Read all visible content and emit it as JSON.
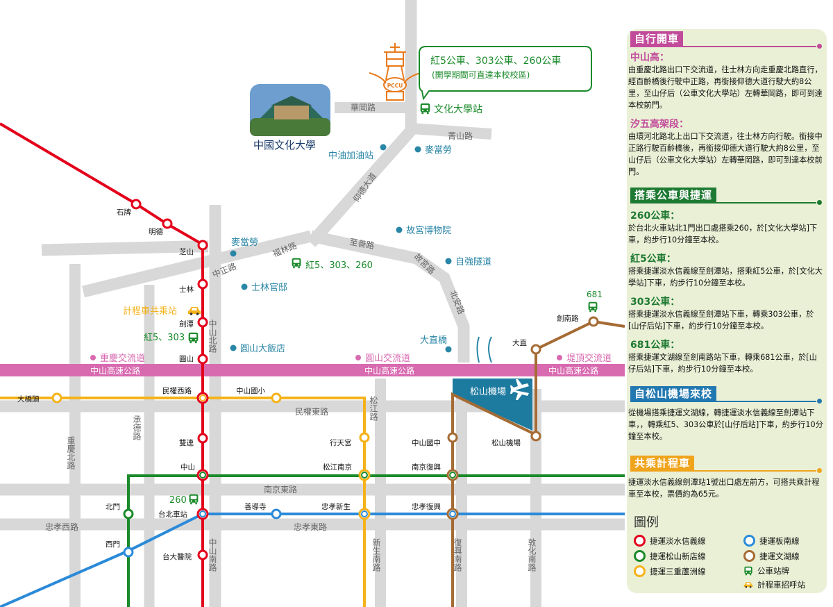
{
  "school": {
    "name": "中國文化大學",
    "logo_text": "PCCU"
  },
  "bus_callout": {
    "title": "紅5公車、303公車、260公車",
    "note": "(開學期間可直達本校校區)"
  },
  "roads": {
    "huagang": "華岡路",
    "jingshan": "菁山路",
    "yangde": "仰德大道",
    "fulin": "福林路",
    "zhongzheng": "中正路",
    "zhishan": "至善路",
    "gugong": "故宮路",
    "beian": "北安路",
    "zhongshan_n": "中山北路",
    "zhongshan_fwy": "中山高速公路",
    "minquan_e": "民權東路",
    "songjiang": "松江路",
    "chengde": "承德路",
    "chongqing_n": "重慶北路",
    "nanjing_e": "南京東路",
    "zhongxiao_w": "忠孝西路",
    "zhongxiao_e": "忠孝東路",
    "zhongshan_s": "中山南路",
    "xinsheng_s": "新生南路",
    "fuxing_s": "復興南路",
    "dunhua_s": "敦化南路"
  },
  "pois": {
    "cpc_gas": "中油加油站",
    "mcd1": "麥當勞",
    "mcd2": "麥當勞",
    "palace_museum": "故宮博物院",
    "ziqiang_tunnel": "自強隧道",
    "shilin_residence": "士林官邸",
    "grand_hotel": "圓山大飯店",
    "dazhi_bridge": "大直橋",
    "chongqing_ic": "重慶交流道",
    "yuanshan_ic": "圓山交流道",
    "diding_ic": "堤頂交流道",
    "songshan_airport": "松山機場",
    "taxi_stand": "計程車共乘站"
  },
  "bus_stops": {
    "pccu_stop": "文化大學站",
    "fulin_stop": "紅5、303、260",
    "jiantan_stop": "紅5、303",
    "main_station_stop": "260",
    "route681": "681"
  },
  "stations": {
    "shipai": "石牌",
    "mingde": "明德",
    "zhishan": "芝山",
    "shilin": "士林",
    "jiantan": "劍潭",
    "yuanshan": "圓山",
    "minquan_w": "民權西路",
    "shuanglian": "雙連",
    "zhongshan": "中山",
    "taipei_main": "台北車站",
    "ntuh": "台大醫院",
    "daqiaotou": "大橋頭",
    "zhongshan_es": "中山國小",
    "xingtian": "行天宮",
    "songjiang_nanjing": "松江南京",
    "zhongshan_jh": "中山國中",
    "nanjing_fuxing": "南京復興",
    "songshan_airport_st": "松山機場",
    "dazhi": "大直",
    "jiannan": "劍南路",
    "beimen": "北門",
    "ximen": "西門",
    "shandao": "善導寺",
    "zhongxiao_xinsheng": "忠孝新生",
    "zhongxiao_fuxing": "忠孝復興"
  },
  "panel": {
    "s1_title": "自行開車",
    "s1_sub1": "中山高：",
    "s1_p1": "由重慶北路出口下交流道，往士林方向走重慶北路直行，經百齡橋後行駛中正路，再銜接仰德大道行駛大約8公里，至山仔后（公車文化大學站）左轉華岡路，即可到達本校前門。",
    "s1_sub2": "汐五高架段：",
    "s1_p2": "由環河北路北上出口下交流道，往士林方向行駛。銜接中正路行駛百齡橋後，再銜接仰德大道行駛大約8公里，至山仔后（公車文化大學站）左轉華岡路，即可到達本校前門。",
    "s2_title": "搭乘公車與捷運",
    "s2_sub1": "260公車：",
    "s2_p1": "於台北火車站北1門出口處搭乘260，於[文化大學站]下車，約步行10分鐘至本校。",
    "s2_sub2": "紅5公車：",
    "s2_p2": "搭乘捷運淡水信義線至劍潭站，搭乘紅5公車，於[文化大學站]下車，約步行10分鐘至本校。",
    "s2_sub3": "303公車：",
    "s2_p3": "搭乘捷運淡水信義線至劍潭站下車，轉乘303公車，於[山仔后站]下車，約步行10分鐘至本校。",
    "s2_sub4": "681公車：",
    "s2_p4": "搭乘捷運文湖線至劍南路站下車，轉乘681公車，於[山仔后站]下車，約步行10分鐘至本校。",
    "s3_title": "自松山機場來校",
    "s3_p1": "從機場搭乘捷運文湖線，轉捷運淡水信義線至劍潭站下車，，轉乘紅5、303公車於[山仔后站]下車，約步行10分鐘至本校。",
    "s4_title": "共乘計程車",
    "s4_p1": "捷運淡水信義線劍潭站1號出口處左前方，可搭共乘計程車至本校，票價約為65元。"
  },
  "legend": {
    "title": "圖例",
    "red": "捷運淡水信義線",
    "green": "捷運松山新店線",
    "orange": "捷運三重蘆洲線",
    "blue": "捷運板南線",
    "brown": "捷運文湖線",
    "bus": "公車站牌",
    "taxi": "計程車招呼站"
  },
  "colors": {
    "red": "#e3001b",
    "green": "#1a8a2a",
    "orange": "#f5b21a",
    "blue": "#2b8ad8",
    "brown": "#a56b34",
    "pink": "#d86ab0",
    "road": "#d8d8d8",
    "teal": "#2a86a6",
    "panel_green": "#1e7a32",
    "panel_blue": "#2278b0",
    "panel_pink": "#c24a9a",
    "panel_orange": "#f0a41c"
  }
}
